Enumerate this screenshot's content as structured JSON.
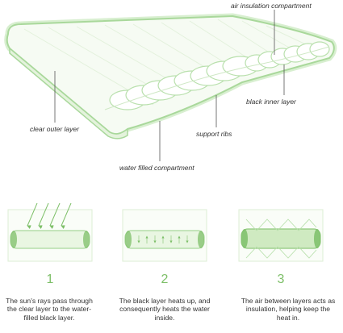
{
  "diagram": {
    "labels": {
      "air": "air insulation compartment",
      "black": "black inner layer",
      "clear": "clear outer layer",
      "ribs": "support ribs",
      "water": "water filled compartment"
    }
  },
  "steps": [
    {
      "number": "1",
      "text": "The sun's rays pass through the clear layer to the water-filled black layer."
    },
    {
      "number": "2",
      "text": "The black layer heats up, and consequently heats the water inside."
    },
    {
      "number": "3",
      "text": "The air between layers acts as insulation, helping keep the heat in."
    }
  ],
  "colors": {
    "accent": "#7dbf68",
    "outline": "#a9d89b",
    "fill_light": "#e9f6e2",
    "fill_mid": "#cfeac1"
  }
}
